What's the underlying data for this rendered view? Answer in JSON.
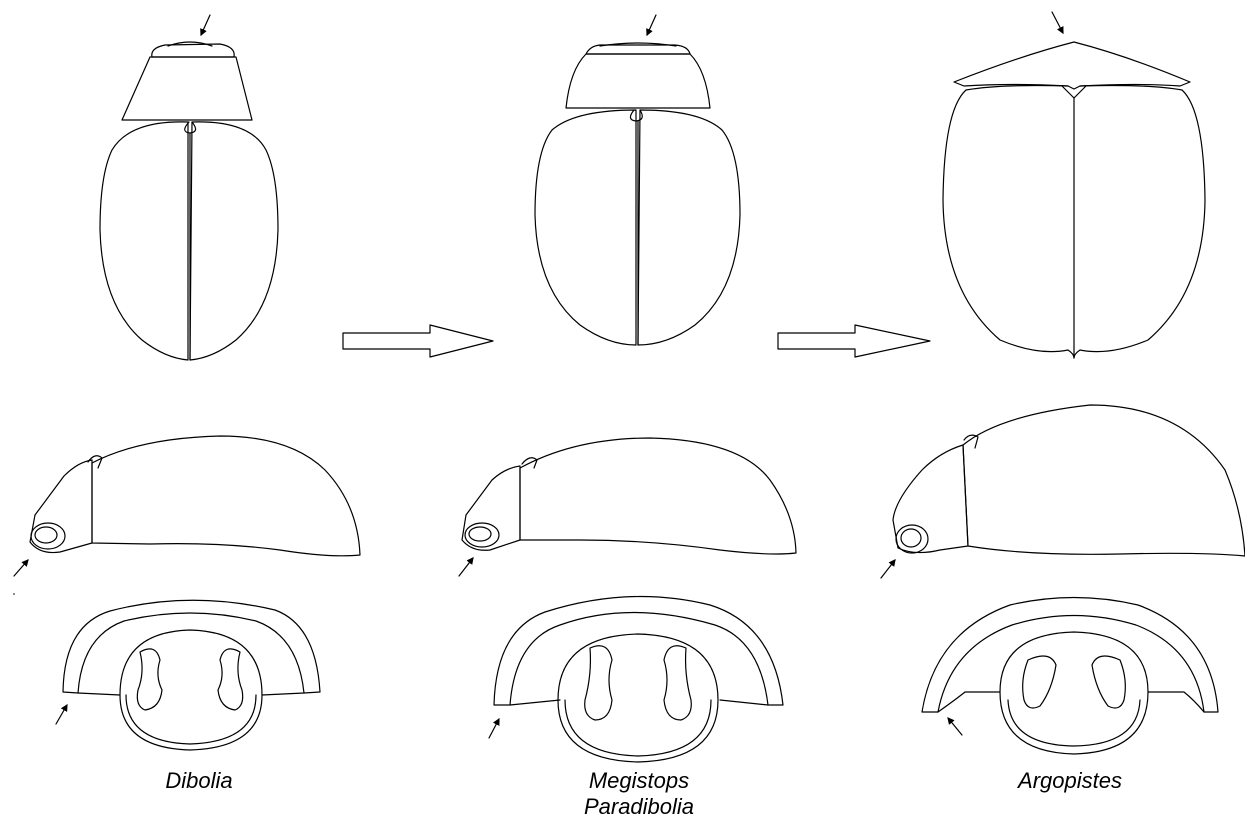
{
  "colors": {
    "ink": "#000000",
    "background": "#ffffff"
  },
  "taxa": [
    {
      "lines": [
        "Dibolia"
      ]
    },
    {
      "lines": [
        "Megistops",
        "Paradibolia"
      ]
    },
    {
      "lines": [
        "Argopistes"
      ]
    }
  ]
}
